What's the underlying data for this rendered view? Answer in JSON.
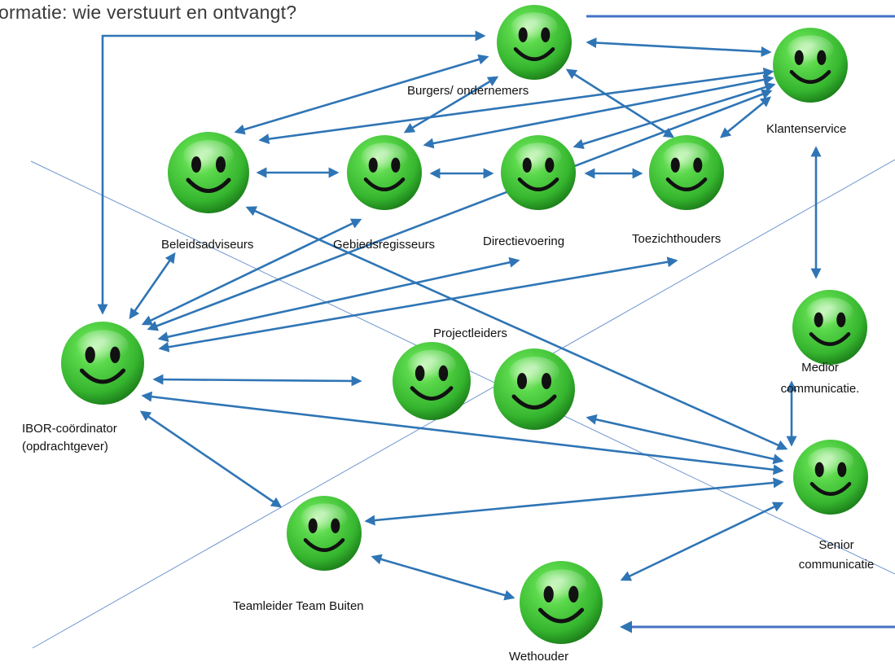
{
  "title": "ormatie: wie verstuurt en ontvangt?",
  "colors": {
    "arrow": "#2f75b5",
    "crossLine": "#6f96cf",
    "smileyFill": "#39c43a",
    "smileyDark": "#1f8a1f",
    "face": "#111111"
  },
  "nodes": [
    {
      "id": "burgers",
      "label": "Burgers/ ondernemers",
      "icon": "smiley-icon"
    },
    {
      "id": "klantenservice",
      "label": "Klantenservice",
      "icon": "smiley-icon"
    },
    {
      "id": "beleidsadviseurs",
      "label": "Beleidsadviseurs",
      "icon": "smiley-icon"
    },
    {
      "id": "gebiedsregisseurs",
      "label": "Gebiedsregisseurs",
      "icon": "smiley-icon"
    },
    {
      "id": "directievoering",
      "label": "Directievoering",
      "icon": "smiley-icon"
    },
    {
      "id": "toezichthouders",
      "label": "Toezichthouders",
      "icon": "smiley-icon"
    },
    {
      "id": "ibor",
      "label_line1": "IBOR-coördinator",
      "label_line2": "(opdrachtgever)",
      "icon": "smiley-icon"
    },
    {
      "id": "projectleiders",
      "label": "Projectleiders",
      "icon": "smiley-icon"
    },
    {
      "id": "medior",
      "label_line1": "Medior",
      "label_line2": "communicatie.",
      "icon": "smiley-icon"
    },
    {
      "id": "senior",
      "label_line1": "Senior",
      "label_line2": "communicatie",
      "icon": "smiley-icon"
    },
    {
      "id": "teamleider",
      "label": "Teamleider Team Buiten",
      "icon": "smiley-icon"
    },
    {
      "id": "wethouder",
      "label": "Wethouder",
      "icon": "smiley-icon"
    }
  ],
  "connections": [
    {
      "from": "burgers",
      "to": "klantenservice",
      "direction": "both"
    },
    {
      "from": "burgers",
      "to": "beleidsadviseurs",
      "direction": "both"
    },
    {
      "from": "burgers",
      "to": "gebiedsregisseurs",
      "direction": "both"
    },
    {
      "from": "burgers",
      "to": "toezichthouders",
      "direction": "both"
    },
    {
      "from": "burgers",
      "to": "ibor",
      "direction": "both"
    },
    {
      "from": "klantenservice",
      "to": "beleidsadviseurs",
      "direction": "both"
    },
    {
      "from": "klantenservice",
      "to": "gebiedsregisseurs",
      "direction": "both"
    },
    {
      "from": "klantenservice",
      "to": "directievoering",
      "direction": "both"
    },
    {
      "from": "klantenservice",
      "to": "toezichthouders",
      "direction": "both"
    },
    {
      "from": "klantenservice",
      "to": "ibor",
      "direction": "both"
    },
    {
      "from": "klantenservice",
      "to": "medior",
      "direction": "both"
    },
    {
      "from": "beleidsadviseurs",
      "to": "gebiedsregisseurs",
      "direction": "both"
    },
    {
      "from": "gebiedsregisseurs",
      "to": "directievoering",
      "direction": "both"
    },
    {
      "from": "directievoering",
      "to": "toezichthouders",
      "direction": "both"
    },
    {
      "from": "beleidsadviseurs",
      "to": "senior",
      "direction": "both"
    },
    {
      "from": "ibor",
      "to": "beleidsadviseurs",
      "direction": "both"
    },
    {
      "from": "ibor",
      "to": "gebiedsregisseurs",
      "direction": "both"
    },
    {
      "from": "ibor",
      "to": "directievoering",
      "direction": "both"
    },
    {
      "from": "ibor",
      "to": "toezichthouders",
      "direction": "both"
    },
    {
      "from": "ibor",
      "to": "projectleiders",
      "direction": "both"
    },
    {
      "from": "ibor",
      "to": "senior",
      "direction": "both"
    },
    {
      "from": "ibor",
      "to": "teamleider",
      "direction": "both"
    },
    {
      "from": "projectleiders",
      "to": "senior",
      "direction": "both"
    },
    {
      "from": "medior",
      "to": "senior",
      "direction": "both"
    },
    {
      "from": "senior",
      "to": "teamleider",
      "direction": "both"
    },
    {
      "from": "senior",
      "to": "wethouder",
      "direction": "both"
    },
    {
      "from": "teamleider",
      "to": "wethouder",
      "direction": "both"
    }
  ]
}
